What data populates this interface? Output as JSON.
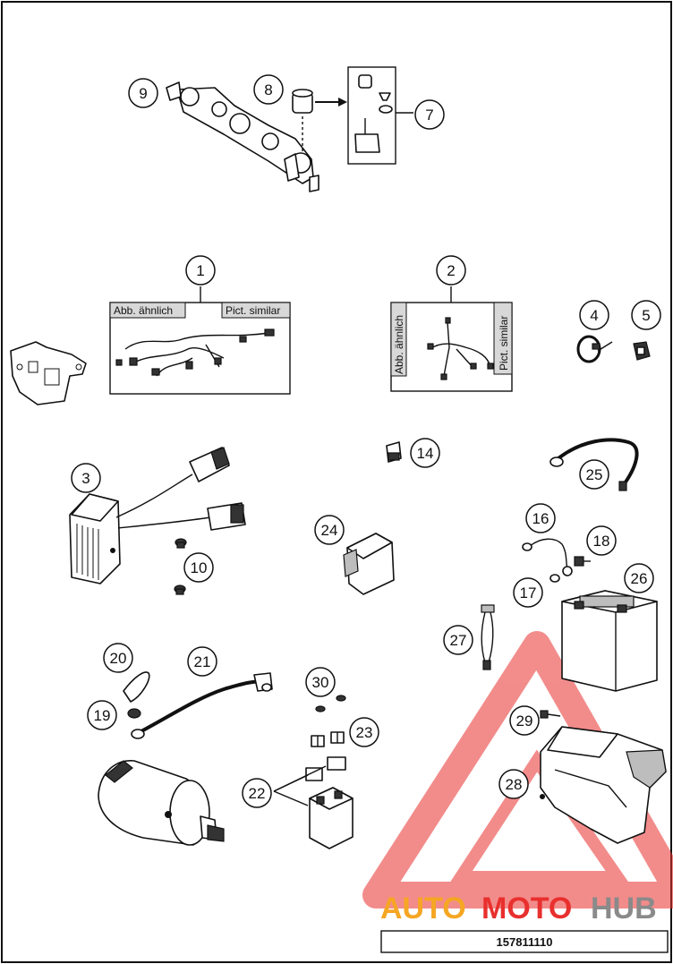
{
  "callouts": [
    {
      "n": "1"
    },
    {
      "n": "2"
    },
    {
      "n": "3"
    },
    {
      "n": "4"
    },
    {
      "n": "5"
    },
    {
      "n": "7"
    },
    {
      "n": "8"
    },
    {
      "n": "9"
    },
    {
      "n": "10"
    },
    {
      "n": "14"
    },
    {
      "n": "16"
    },
    {
      "n": "17"
    },
    {
      "n": "18"
    },
    {
      "n": "19"
    },
    {
      "n": "20"
    },
    {
      "n": "21"
    },
    {
      "n": "22"
    },
    {
      "n": "23"
    },
    {
      "n": "24"
    },
    {
      "n": "25"
    },
    {
      "n": "26"
    },
    {
      "n": "27"
    },
    {
      "n": "28"
    },
    {
      "n": "29"
    },
    {
      "n": "30"
    }
  ],
  "harness1": {
    "label_left": "Abb. ähnlich",
    "label_right": "Pict. similar"
  },
  "harness2": {
    "label_left": "Abb. ähnlich",
    "label_right": "Pict. similar"
  },
  "watermark": {
    "part1": "AUTO",
    "part2": "MOTO",
    "part3": "HUB"
  },
  "drawing_number": "157811110",
  "colors": {
    "watermark_red": "#e8302e",
    "watermark_orange": "#f5a623",
    "watermark_grey": "#8a8a8a"
  }
}
